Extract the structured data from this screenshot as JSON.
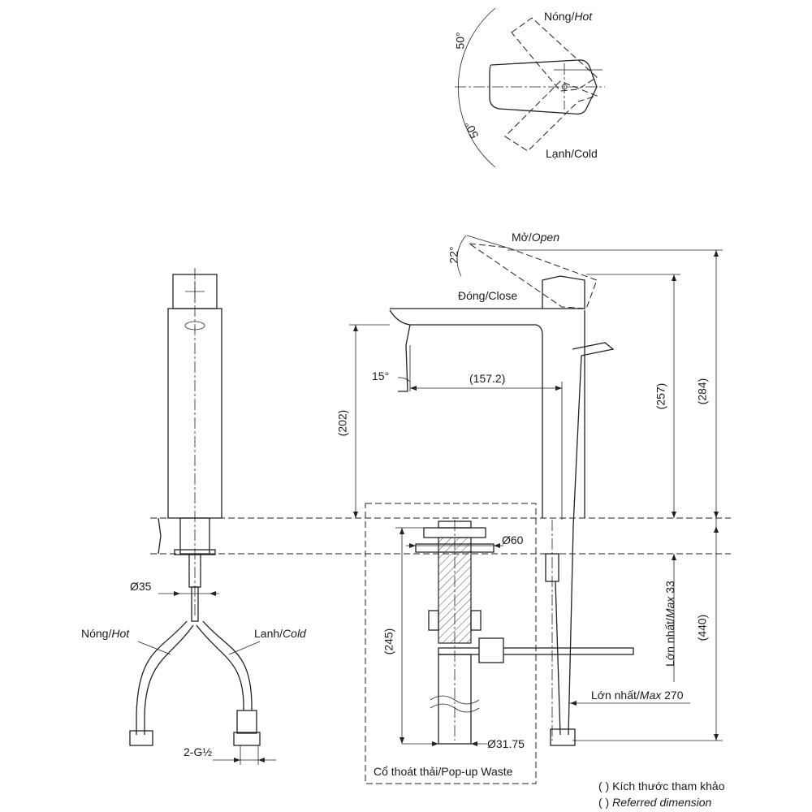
{
  "handle_rotation": {
    "hot_label": "Nóng/",
    "hot_label_en": "Hot",
    "cold_label": "Lạnh/Cold",
    "angle_hot": "50°",
    "angle_cold": "50°"
  },
  "lever": {
    "open_label": "Mở/",
    "open_label_en": "Open",
    "close_label": "Đóng/Close",
    "angle_open": "22°",
    "angle_spout": "15°"
  },
  "dimensions": {
    "reach": "(157.2)",
    "spout_height": "(202)",
    "lever_height": "(257)",
    "total_height": "(284)",
    "below_deck": "(440)",
    "waste_length": "(245)",
    "waste_flange": "Ø60",
    "waste_pipe": "Ø31.75",
    "shank": "Ø35",
    "max_thickness_vi": "Lớn nhất/",
    "max_thickness_en": "Max",
    "max_thickness_val": " 33",
    "max_reach_vi": "Lớn nhất/",
    "max_reach_en": "Max",
    "max_reach_val": " 270"
  },
  "hoses": {
    "hot_vi": "Nóng/",
    "hot_en": "Hot",
    "cold_vi": "Lanh/",
    "cold_en": "Cold",
    "thread": "2-G½"
  },
  "waste": {
    "label": "Cổ thoát thải/Pop-up Waste"
  },
  "legend": {
    "line1_mark": "(  )",
    "line1_text": "Kích thước tham khảo",
    "line2_mark": "(  )",
    "line2_text": "Referred dimension"
  }
}
